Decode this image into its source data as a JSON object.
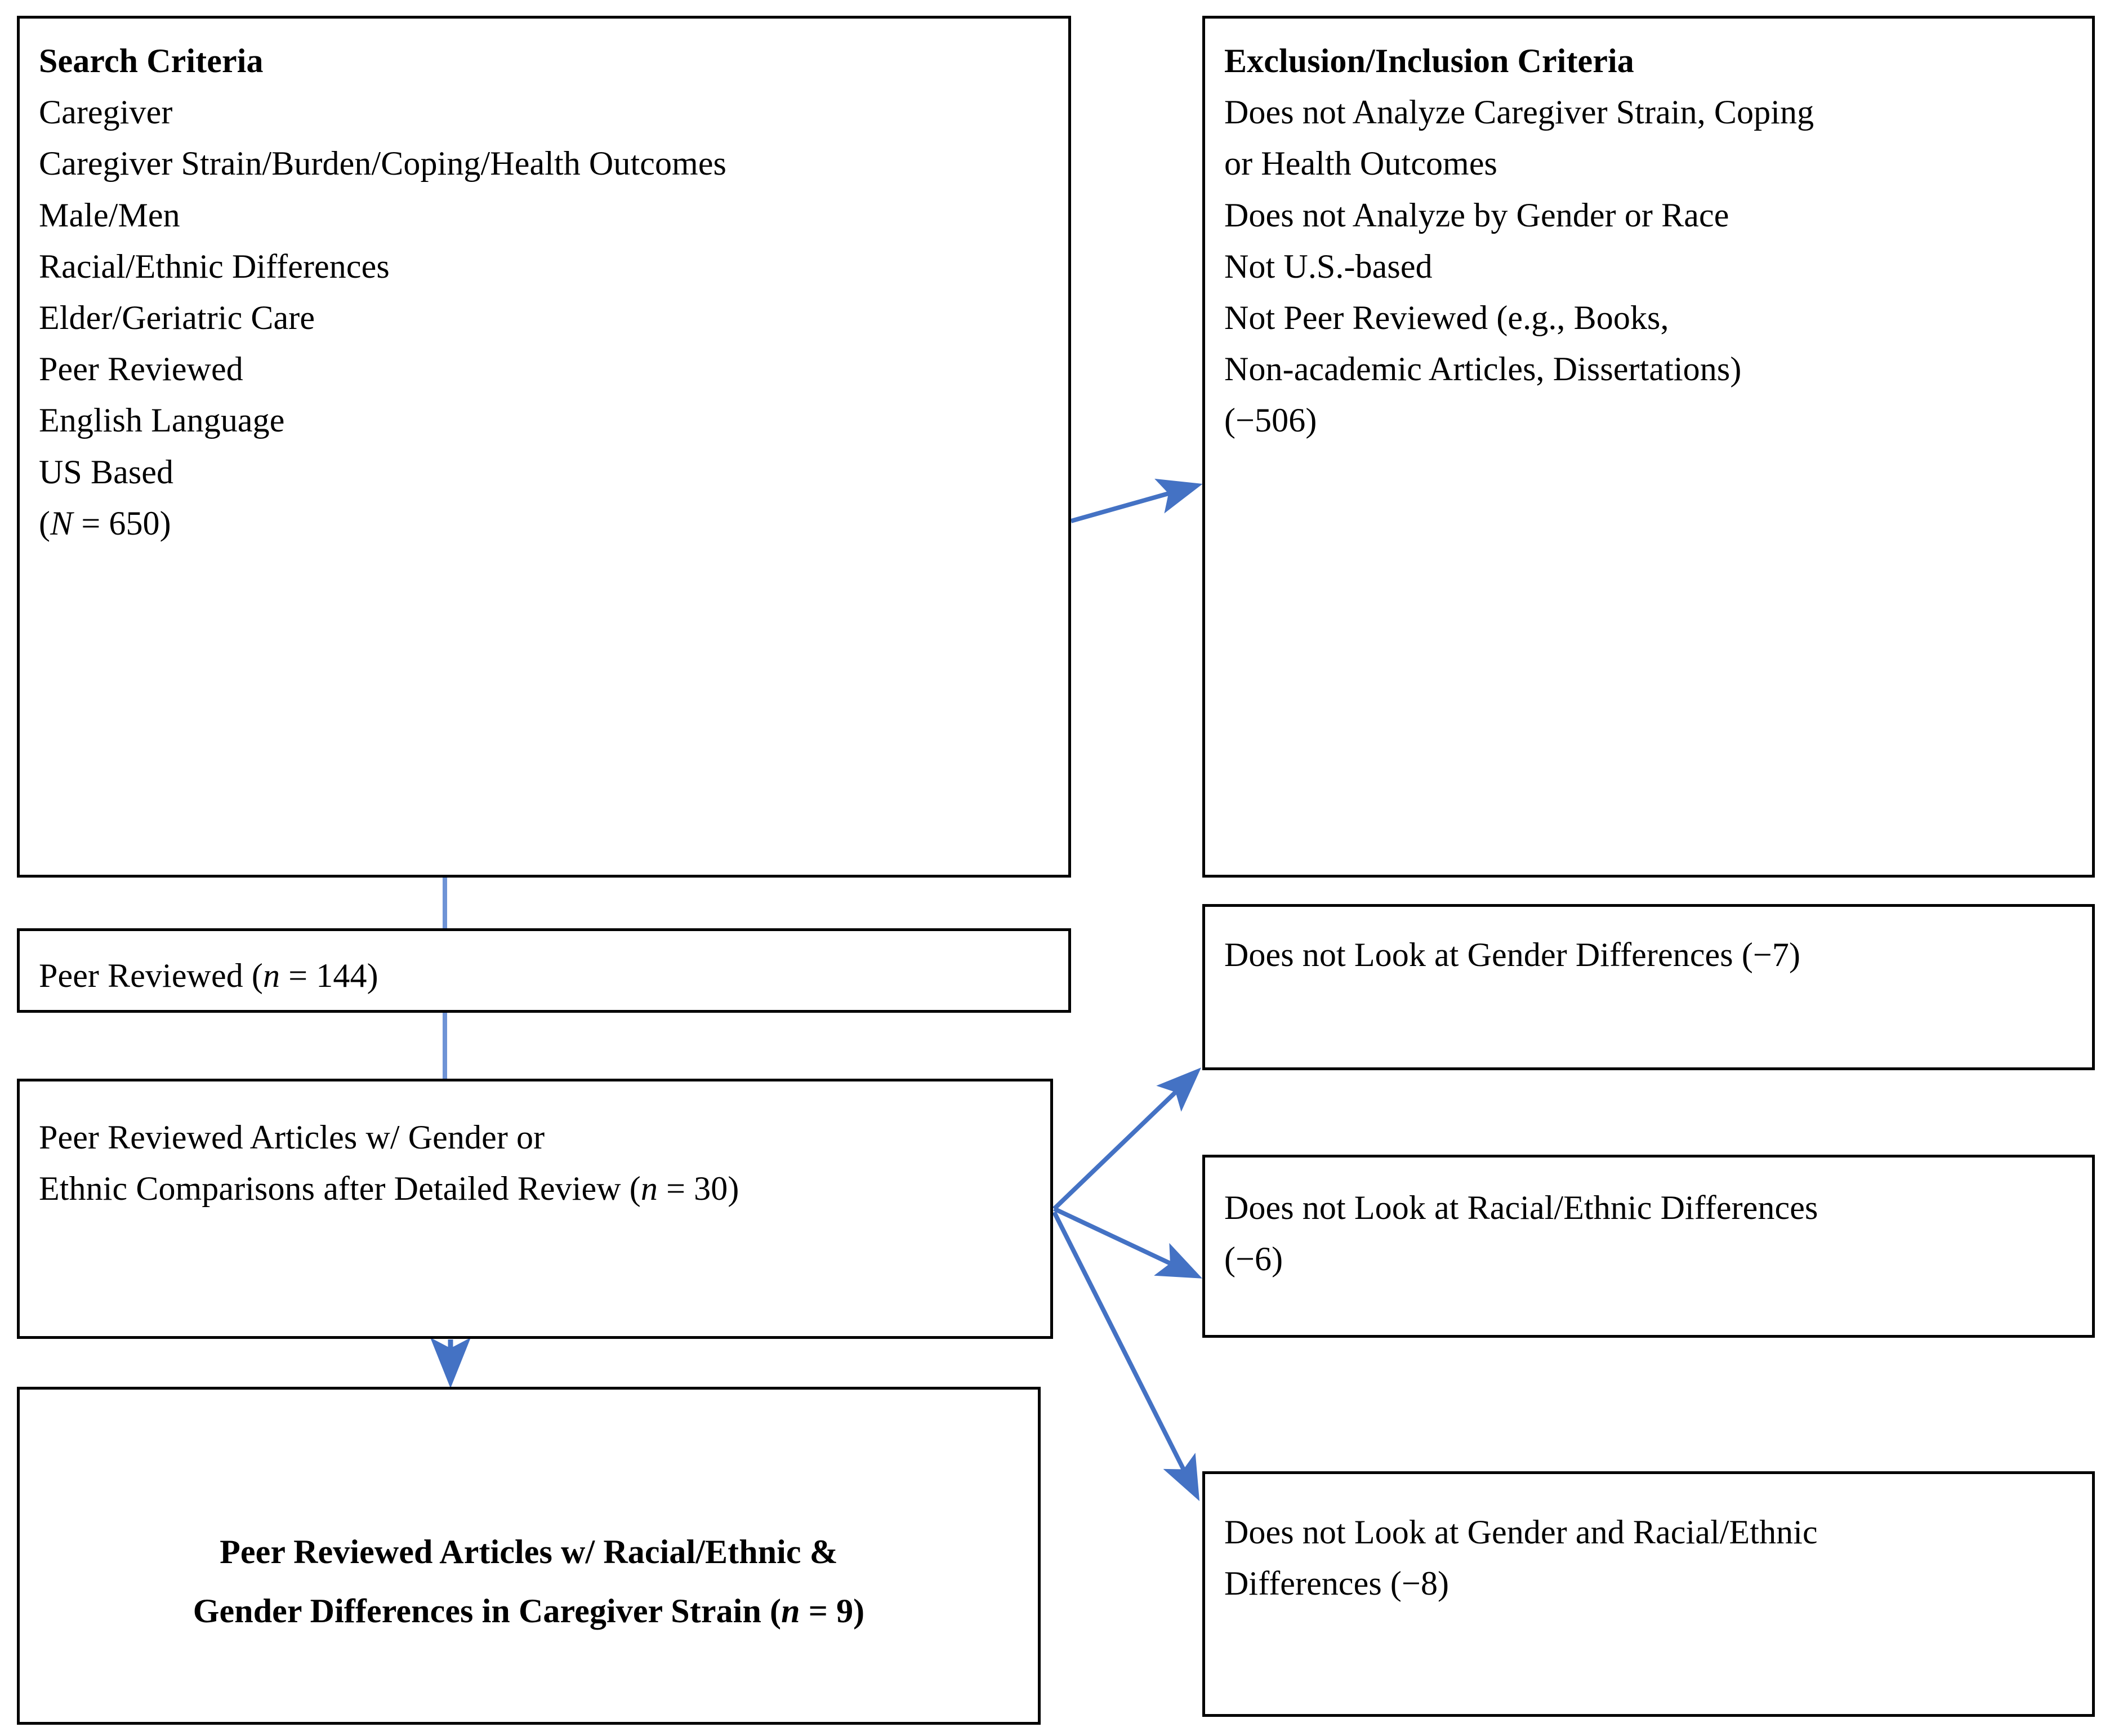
{
  "diagram": {
    "type": "prisma-flowchart",
    "accent_color": "#4472C4",
    "border_color": "#000000",
    "background_color": "#FFFFFF",
    "nodes": {
      "search_criteria": {
        "title": "Search Criteria",
        "lines": [
          "Caregiver",
          "Caregiver Strain/Burden/Coping/Health  Outcomes",
          "Male/Men",
          "Racial/Ethnic Differences",
          "Elder/Geriatric Care",
          "Peer Reviewed",
          "English Language",
          "US Based"
        ],
        "count_prefix": "(",
        "count_symbol": "N",
        "count_value": " = 650)"
      },
      "exclusion_criteria": {
        "title": "Exclusion/Inclusion Criteria",
        "lines": [
          "Does not Analyze Caregiver Strain, Coping",
          "or Health Outcomes",
          "Does not Analyze by Gender or Race",
          "Not U.S.-based",
          "Not Peer Reviewed (e.g., Books,",
          "Non-academic Articles, Dissertations)",
          "(−506)"
        ]
      },
      "peer_reviewed": {
        "label": "Peer Reviewed  (",
        "count_symbol": "n",
        "count_value": " = 144)"
      },
      "peer_reviewed_gender": {
        "line1": "Peer Reviewed  Articles w/ Gender  or",
        "line2_pre": "Ethnic Comparisons after Detailed Review (",
        "count_symbol": "n",
        "line2_post": " = 30)"
      },
      "final_result": {
        "line1": "Peer Reviewed Articles w/ Racial/Ethnic &",
        "line2_pre": "Gender Differences in Caregiver Strain (",
        "count_symbol": "n",
        "line2_post": " = 9)"
      },
      "exclude_gender": {
        "lines": [
          "Does not Look at Gender Differences (−7)"
        ]
      },
      "exclude_racial": {
        "lines": [
          "Does  not  Look  at  Racial/Ethnic  Differences",
          "(−6)"
        ]
      },
      "exclude_both": {
        "lines": [
          "Does not Look at Gender and Racial/Ethnic",
          "Differences (−8)"
        ]
      }
    }
  }
}
